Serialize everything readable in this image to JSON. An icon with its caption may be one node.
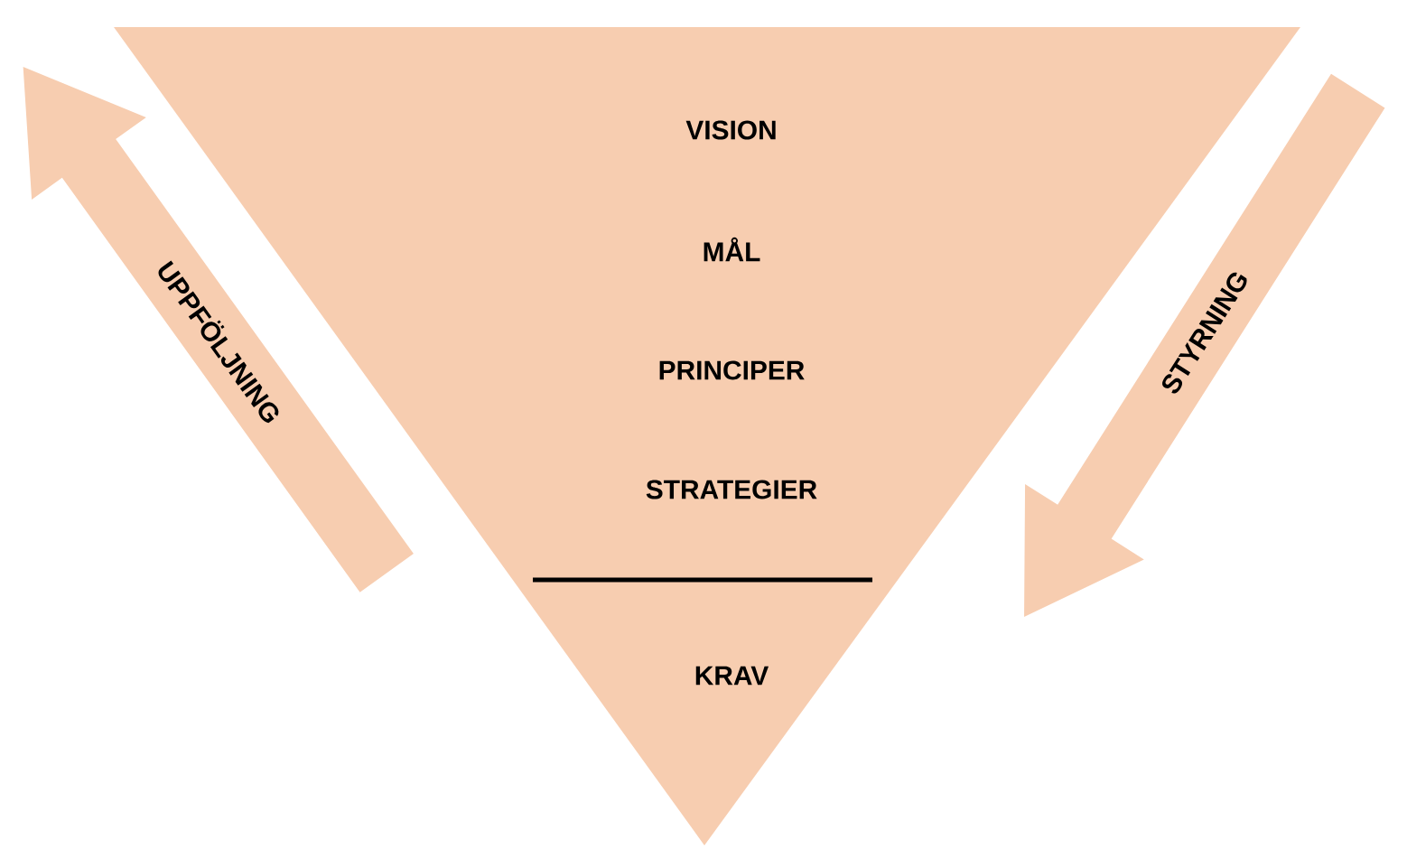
{
  "diagram": {
    "nodes": [
      {
        "text": [
          "VISION",
          "MÅL",
          "PRINCIPER",
          "STRATEGIER",
          "KRAV"
        ]
      },
      {
        "text": [
          "UPPFÖLJNING"
        ]
      },
      {
        "text": [
          "STYRNING"
        ]
      }
    ]
  }
}
